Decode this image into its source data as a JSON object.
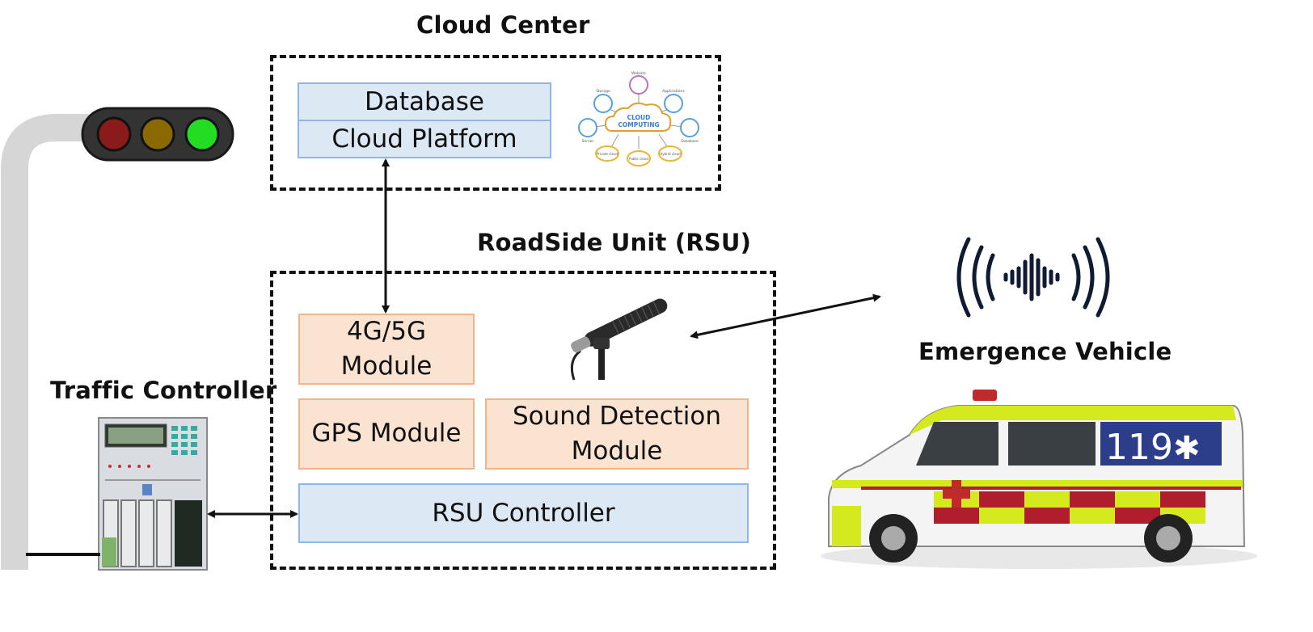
{
  "titles": {
    "cloud_center": "Cloud Center",
    "rsu": "RoadSide Unit (RSU)",
    "traffic_controller": "Traffic Controller",
    "emergence_vehicle": "Emergence Vehicle"
  },
  "cloud": {
    "database": "Database",
    "platform": "Cloud Platform",
    "infographic": {
      "center_line1": "CLOUD",
      "center_line2": "COMPUTING",
      "nodes": [
        "Website",
        "Applications",
        "Storage",
        "Server",
        "Database",
        "Private cloud",
        "Public cloud",
        "Hybrid cloud"
      ]
    }
  },
  "rsu": {
    "module_4g5g_line1": "4G/5G",
    "module_4g5g_line2": "Module",
    "gps": "GPS Module",
    "sound_line1": "Sound Detection",
    "sound_line2": "Module",
    "controller": "RSU Controller"
  },
  "vehicle": {
    "number": "119"
  },
  "colors": {
    "dash_border": "#111111",
    "blue_fill": "#dde8f5",
    "blue_border": "#8fb6e4",
    "orange_fill": "#fbe3d2",
    "orange_border": "#f0b48a",
    "light_red": "#8b1a1a",
    "light_amber": "#8a6a00",
    "light_green": "#22dd22",
    "ambulance_yellow": "#d4ea1e",
    "ambulance_red": "#b01e2d"
  }
}
